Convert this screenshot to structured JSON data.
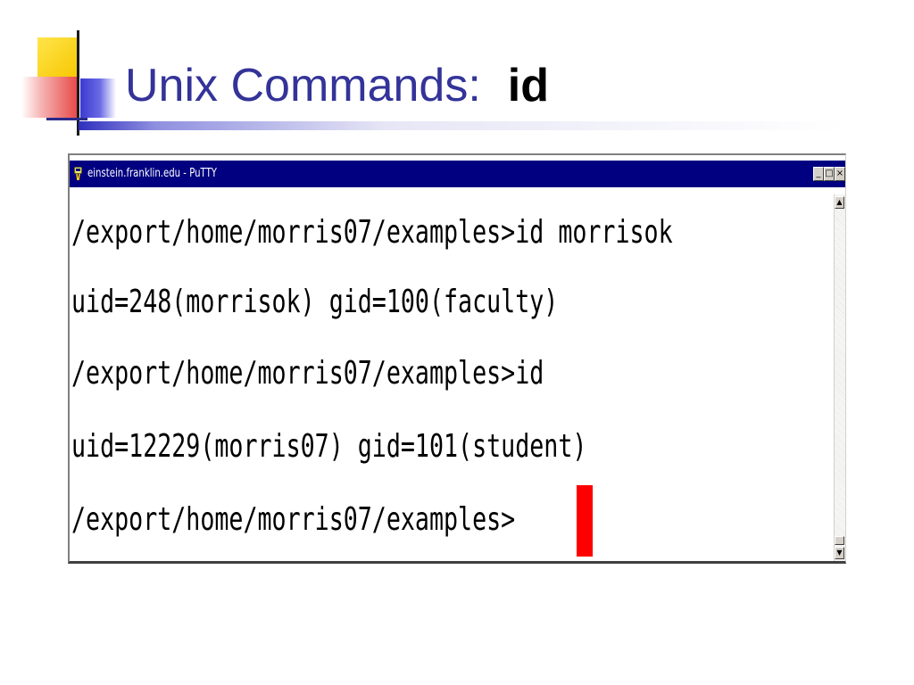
{
  "slide": {
    "title_main": "Unix Commands:",
    "title_command": "id"
  },
  "window": {
    "title": "einstein.franklin.edu - PuTTY",
    "minimize_glyph": "_",
    "maximize_glyph": "□",
    "close_glyph": "×"
  },
  "terminal": {
    "lines": [
      "/export/home/morris07/examples>id morrisok",
      "uid=248(morrisok) gid=100(faculty)",
      "/export/home/morris07/examples>id",
      "uid=12229(morris07) gid=101(student)",
      "/export/home/morris07/examples>"
    ],
    "cursor_color": "#ff0000"
  },
  "scrollbar": {
    "up_glyph": "▲",
    "down_glyph": "▼"
  },
  "colors": {
    "title_blue": "#333399",
    "titlebar_navy": "#000080"
  }
}
